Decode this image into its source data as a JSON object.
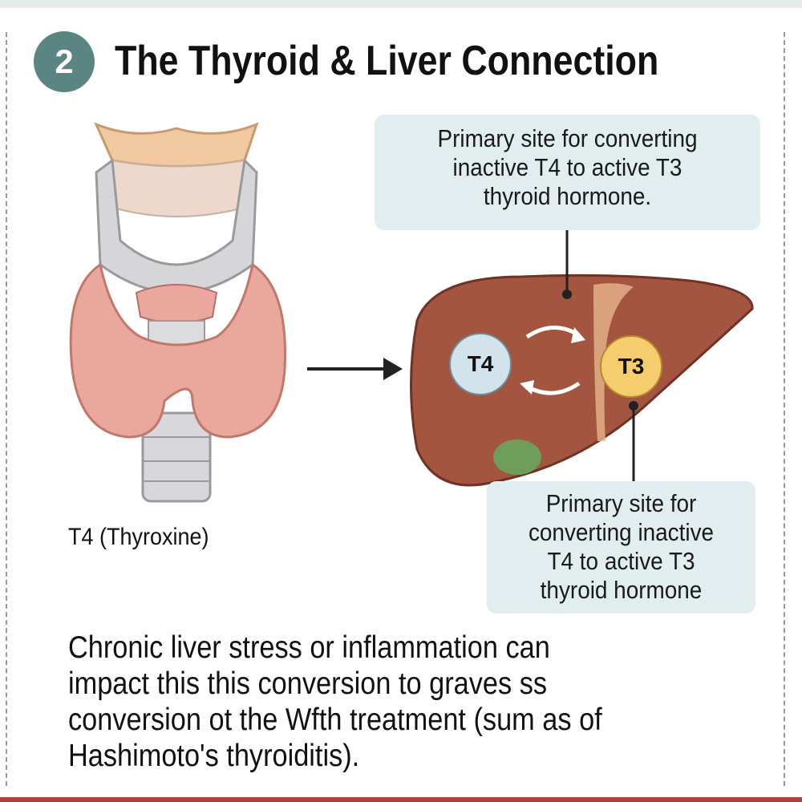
{
  "section": {
    "number": "2",
    "title": "The Thyroid & Liver Connection"
  },
  "callout_top": {
    "lines": [
      "Primary site for converting",
      "inactive T4 to active T3",
      "thyroid hormone."
    ]
  },
  "callout_bottom": {
    "lines": [
      "Primary site for",
      "converting inactive",
      "T4 to active T3",
      "thyroid hormone"
    ]
  },
  "thyroid_label": "T4 (Thyroxine)",
  "hormones": {
    "t4": "T4",
    "t3": "T3"
  },
  "body_text": {
    "lines": [
      "Chronic liver stress or inflammation can",
      "impact this this conversion to graves ss",
      "conversion ot the Wfth treatment (sum as of",
      "Hashimoto's thyroiditis)."
    ]
  },
  "colors": {
    "badge": "#5b8582",
    "callout_bg": "#e2edef",
    "liver": "#a4553f",
    "t4": "#d2e3ec",
    "t3": "#f6cd6c",
    "thyroid": "#e9a79d"
  }
}
